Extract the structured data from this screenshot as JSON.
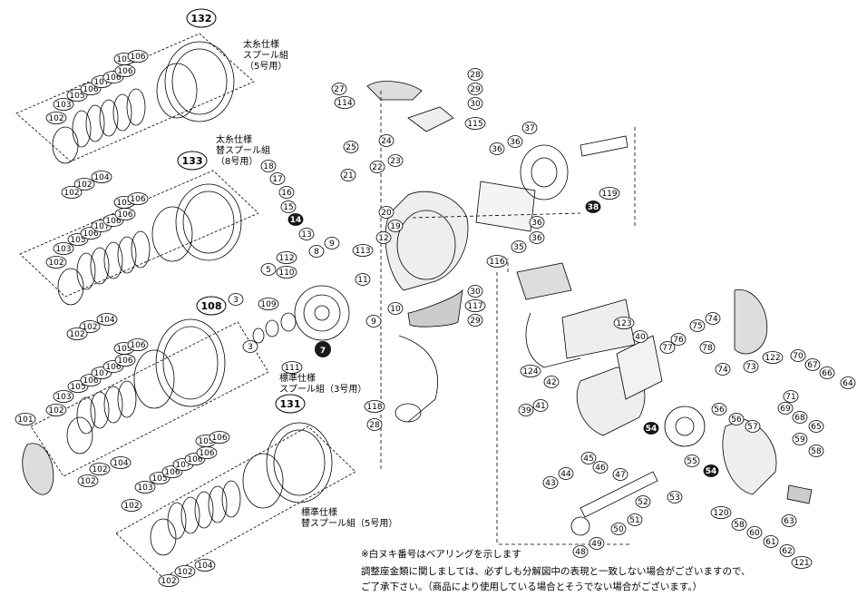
{
  "colors": {
    "ink": "#000000",
    "paper": "#ffffff",
    "shade": "#bdbdbd",
    "dark": "#1a1a1a"
  },
  "groups": {
    "g132": {
      "number": "132",
      "title1": "太糸仕様",
      "title2": "スプール組",
      "title3": "（5号用）"
    },
    "g133": {
      "number": "133",
      "title1": "太糸仕様",
      "title2": "替スプール組",
      "title3": "（8号用）"
    },
    "g108": {
      "number": "108"
    },
    "g7": {
      "number": "7",
      "title1": "標準仕様",
      "title2": "スプール組（3号用）"
    },
    "g131": {
      "number": "131",
      "title1": "標準仕様",
      "title2": "替スプール組（5号用）"
    }
  },
  "notes": {
    "bearing": "※白ヌキ番号はベアリングを示します",
    "line1": "調整座金類に関しましては、必ずしも分解図中の表現と一致しない場合がございますので、",
    "line2": "ご了承下さい。（商品により使用している場合とそうでない場合がございます。）"
  },
  "callouts": [
    {
      "n": "102"
    },
    {
      "n": "103"
    },
    {
      "n": "105"
    },
    {
      "n": "106"
    },
    {
      "n": "107"
    },
    {
      "n": "106"
    },
    {
      "n": "106"
    },
    {
      "n": "105"
    },
    {
      "n": "106"
    },
    {
      "n": "104"
    },
    {
      "n": "102"
    },
    {
      "n": "102"
    },
    {
      "n": "102"
    },
    {
      "n": "103"
    },
    {
      "n": "105"
    },
    {
      "n": "106"
    },
    {
      "n": "107"
    },
    {
      "n": "106"
    },
    {
      "n": "106"
    },
    {
      "n": "105"
    },
    {
      "n": "106"
    },
    {
      "n": "104"
    },
    {
      "n": "102"
    },
    {
      "n": "102"
    },
    {
      "n": "101"
    },
    {
      "n": "102"
    },
    {
      "n": "103"
    },
    {
      "n": "105"
    },
    {
      "n": "106"
    },
    {
      "n": "107"
    },
    {
      "n": "106"
    },
    {
      "n": "106"
    },
    {
      "n": "105"
    },
    {
      "n": "106"
    },
    {
      "n": "104"
    },
    {
      "n": "102"
    },
    {
      "n": "102"
    },
    {
      "n": "102"
    },
    {
      "n": "103"
    },
    {
      "n": "105"
    },
    {
      "n": "106"
    },
    {
      "n": "107"
    },
    {
      "n": "106"
    },
    {
      "n": "106"
    },
    {
      "n": "105"
    },
    {
      "n": "106"
    },
    {
      "n": "104"
    },
    {
      "n": "102"
    },
    {
      "n": "102"
    },
    {
      "n": "3"
    },
    {
      "n": "109"
    },
    {
      "n": "110"
    },
    {
      "n": "112"
    },
    {
      "n": "5"
    },
    {
      "n": "3"
    },
    {
      "n": "111"
    },
    {
      "n": "9"
    },
    {
      "n": "9"
    },
    {
      "n": "8"
    },
    {
      "n": "113"
    },
    {
      "n": "12"
    },
    {
      "n": "11"
    },
    {
      "n": "10"
    },
    {
      "n": "18"
    },
    {
      "n": "17"
    },
    {
      "n": "16"
    },
    {
      "n": "15"
    },
    {
      "n": "14",
      "dark": true
    },
    {
      "n": "13"
    },
    {
      "n": "20"
    },
    {
      "n": "19"
    },
    {
      "n": "21"
    },
    {
      "n": "22"
    },
    {
      "n": "23"
    },
    {
      "n": "25"
    },
    {
      "n": "24"
    },
    {
      "n": "27"
    },
    {
      "n": "114"
    },
    {
      "n": "28"
    },
    {
      "n": "29"
    },
    {
      "n": "30"
    },
    {
      "n": "115"
    },
    {
      "n": "36"
    },
    {
      "n": "36"
    },
    {
      "n": "37"
    },
    {
      "n": "38",
      "dark": true
    },
    {
      "n": "119"
    },
    {
      "n": "36"
    },
    {
      "n": "36"
    },
    {
      "n": "35"
    },
    {
      "n": "116"
    },
    {
      "n": "30"
    },
    {
      "n": "117"
    },
    {
      "n": "29"
    },
    {
      "n": "118"
    },
    {
      "n": "28"
    },
    {
      "n": "123"
    },
    {
      "n": "124"
    },
    {
      "n": "40"
    },
    {
      "n": "42"
    },
    {
      "n": "39"
    },
    {
      "n": "41"
    },
    {
      "n": "77"
    },
    {
      "n": "76"
    },
    {
      "n": "78"
    },
    {
      "n": "74"
    },
    {
      "n": "75"
    },
    {
      "n": "74"
    },
    {
      "n": "73"
    },
    {
      "n": "122"
    },
    {
      "n": "70"
    },
    {
      "n": "67"
    },
    {
      "n": "71"
    },
    {
      "n": "69"
    },
    {
      "n": "68"
    },
    {
      "n": "66"
    },
    {
      "n": "64"
    },
    {
      "n": "65"
    },
    {
      "n": "54",
      "dark": true
    },
    {
      "n": "56"
    },
    {
      "n": "56"
    },
    {
      "n": "57"
    },
    {
      "n": "59"
    },
    {
      "n": "58"
    },
    {
      "n": "55"
    },
    {
      "n": "54",
      "dark": true
    },
    {
      "n": "45"
    },
    {
      "n": "46"
    },
    {
      "n": "47"
    },
    {
      "n": "44"
    },
    {
      "n": "43"
    },
    {
      "n": "53"
    },
    {
      "n": "52"
    },
    {
      "n": "51"
    },
    {
      "n": "50"
    },
    {
      "n": "49"
    },
    {
      "n": "48"
    },
    {
      "n": "120"
    },
    {
      "n": "58"
    },
    {
      "n": "60"
    },
    {
      "n": "61"
    },
    {
      "n": "62"
    },
    {
      "n": "63"
    },
    {
      "n": "121"
    }
  ]
}
